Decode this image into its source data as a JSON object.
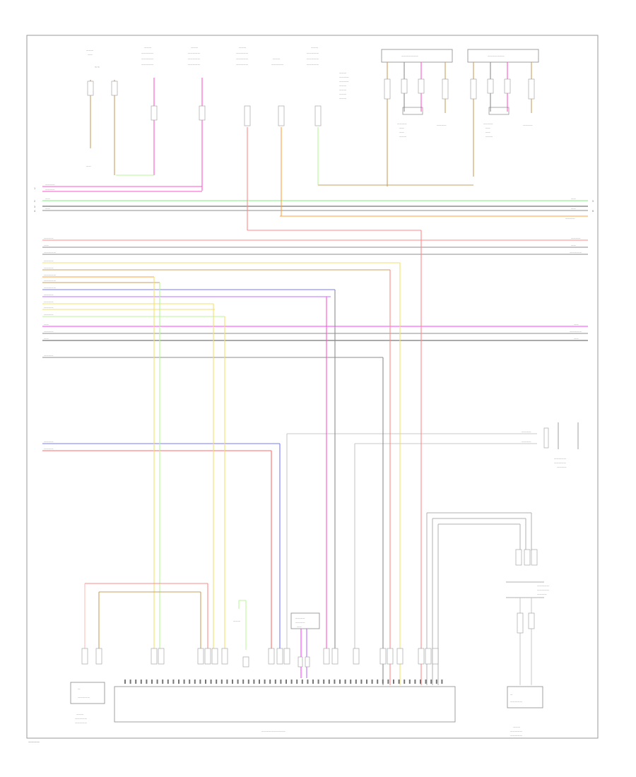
{
  "diagram": {
    "footer_id": "",
    "module_label": "",
    "colors": {
      "pink": "#ff55cc",
      "red": "#ff6b6b",
      "light_red": "#ff8a8a",
      "green": "#7cf27c",
      "light_green": "#b8f59a",
      "gray": "#8c8c8c",
      "dark": "#555555",
      "orange": "#ffa040",
      "tan": "#c8a060",
      "yellow": "#f0e070",
      "blue": "#7a7aff",
      "violet": "#c070ff",
      "magenta": "#ff40ff",
      "black": "#4a4a4a"
    },
    "top_components": [
      {
        "id": "top-comp-1",
        "label": ""
      },
      {
        "id": "top-comp-2",
        "label": ""
      },
      {
        "id": "top-comp-3",
        "label": ""
      },
      {
        "id": "top-comp-4",
        "label": ""
      },
      {
        "id": "top-comp-5",
        "label": ""
      },
      {
        "id": "top-comp-6",
        "label": ""
      }
    ],
    "speaker_groups": [
      {
        "id": "speaker-group-left",
        "label": ""
      },
      {
        "id": "speaker-group-right",
        "label": ""
      }
    ],
    "right_components": [
      {
        "id": "right-comp-upper",
        "label": ""
      },
      {
        "id": "right-comp-middle",
        "label": ""
      },
      {
        "id": "right-comp-lower",
        "label": ""
      }
    ],
    "bottom_components": [
      {
        "id": "bottom-left-comp",
        "label": ""
      },
      {
        "id": "main-module",
        "label": ""
      },
      {
        "id": "center-small-comp",
        "label": ""
      }
    ]
  }
}
